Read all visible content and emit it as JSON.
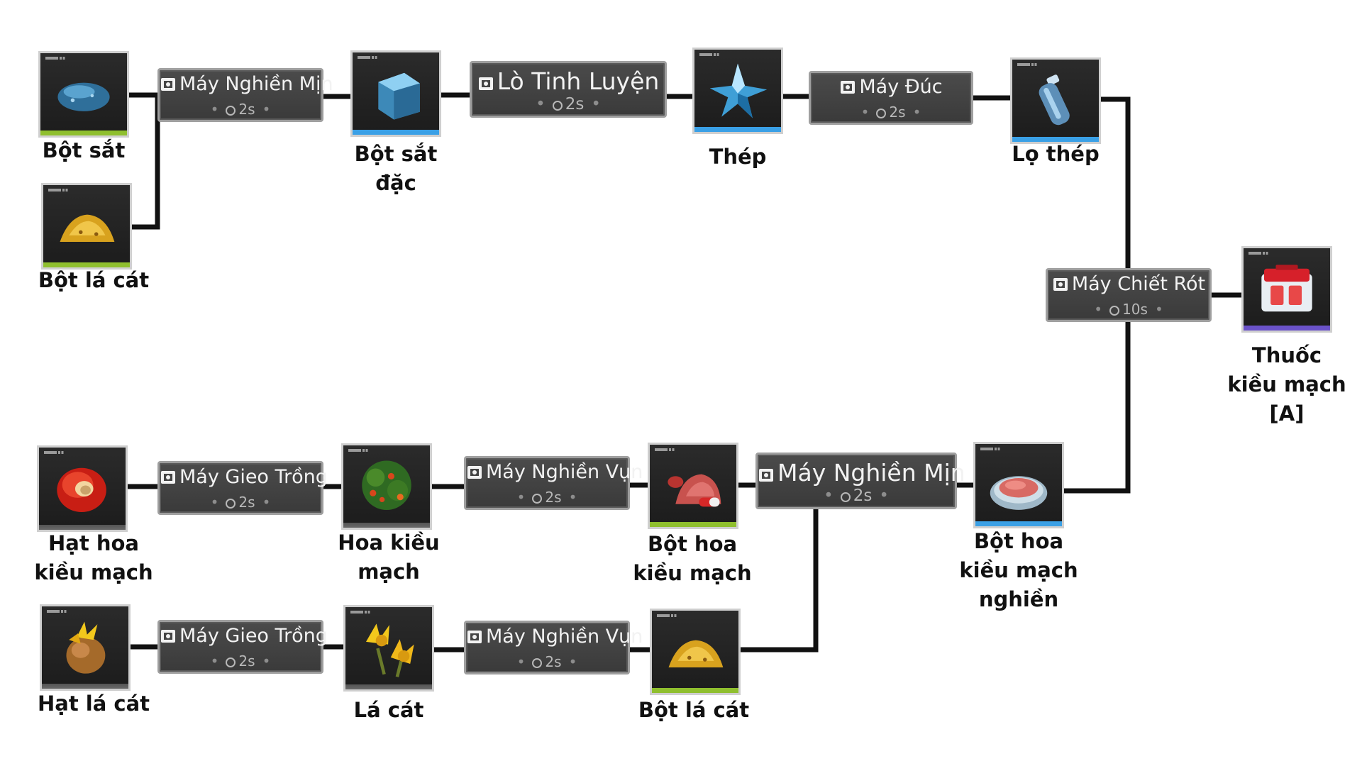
{
  "colors": {
    "wire": "#111111",
    "bar_green": "#8fbf2e",
    "bar_blue": "#3aa0e6",
    "bar_purple": "#6a52c9",
    "machine_bg": "#444444"
  },
  "items": {
    "bot_sat": {
      "label": [
        "Bột sắt"
      ],
      "icon": "iron-powder-icon",
      "bar": "bar_green"
    },
    "bot_la_cat_top": {
      "label": [
        "Bột lá cát"
      ],
      "icon": "sandleaf-powder-icon",
      "bar": "bar_green"
    },
    "bot_sat_dac": {
      "label": [
        "Bột sắt",
        "đặc"
      ],
      "icon": "dense-iron-powder-icon",
      "bar": "bar_blue"
    },
    "thep": {
      "label": [
        "Thép"
      ],
      "icon": "steel-crystal-icon",
      "bar": "bar_blue"
    },
    "lo_thep": {
      "label": [
        "Lọ thép"
      ],
      "icon": "steel-bottle-icon",
      "bar": "bar_blue"
    },
    "thuoc": {
      "label": [
        "Thuốc",
        "kiều mạch",
        "[A]"
      ],
      "icon": "medicine-box-icon",
      "bar": "bar_purple"
    },
    "hat_hoa": {
      "label": [
        "Hạt hoa",
        "kiều mạch"
      ],
      "icon": "buckflower-seed-icon",
      "bar": ""
    },
    "hoa_kieu_mach": {
      "label": [
        "Hoa kiều",
        "mạch"
      ],
      "icon": "buckflower-plant-icon",
      "bar": ""
    },
    "bot_hoa": {
      "label": [
        "Bột hoa",
        "kiều mạch"
      ],
      "icon": "buckflower-powder-icon",
      "bar": "bar_green"
    },
    "bot_hoa_nghien": {
      "label": [
        "Bột hoa",
        "kiều mạch",
        "nghiền"
      ],
      "icon": "ground-buckflower-powder-icon",
      "bar": "bar_blue"
    },
    "hat_la_cat": {
      "label": [
        "Hạt lá cát"
      ],
      "icon": "sandleaf-seed-icon",
      "bar": ""
    },
    "la_cat": {
      "label": [
        "Lá cát"
      ],
      "icon": "sandleaf-plant-icon",
      "bar": ""
    },
    "bot_la_cat_bottom": {
      "label": [
        "Bột lá cát"
      ],
      "icon": "sandleaf-powder-icon",
      "bar": "bar_green"
    }
  },
  "machines": {
    "m1": {
      "name": "Máy Nghiền Mịn",
      "time": "2s",
      "icon": "grinder-icon"
    },
    "m2": {
      "name": "Lò Tinh Luyện",
      "time": "2s",
      "icon": "refinery-icon"
    },
    "m3": {
      "name": "Máy Đúc",
      "time": "2s",
      "icon": "mould-icon"
    },
    "m4": {
      "name": "Máy Chiết Rót",
      "time": "10s",
      "icon": "filling-icon"
    },
    "m5": {
      "name": "Máy Gieo Trồng",
      "time": "2s",
      "icon": "planting-icon"
    },
    "m6": {
      "name": "Máy Nghiền Vụn",
      "time": "2s",
      "icon": "shredder-icon"
    },
    "m7": {
      "name": "Máy Nghiền Mịn",
      "time": "2s",
      "icon": "grinder-icon"
    },
    "m8": {
      "name": "Máy Gieo Trồng",
      "time": "2s",
      "icon": "planting-icon"
    },
    "m9": {
      "name": "Máy Nghiền Vụn",
      "time": "2s",
      "icon": "shredder-icon"
    }
  }
}
